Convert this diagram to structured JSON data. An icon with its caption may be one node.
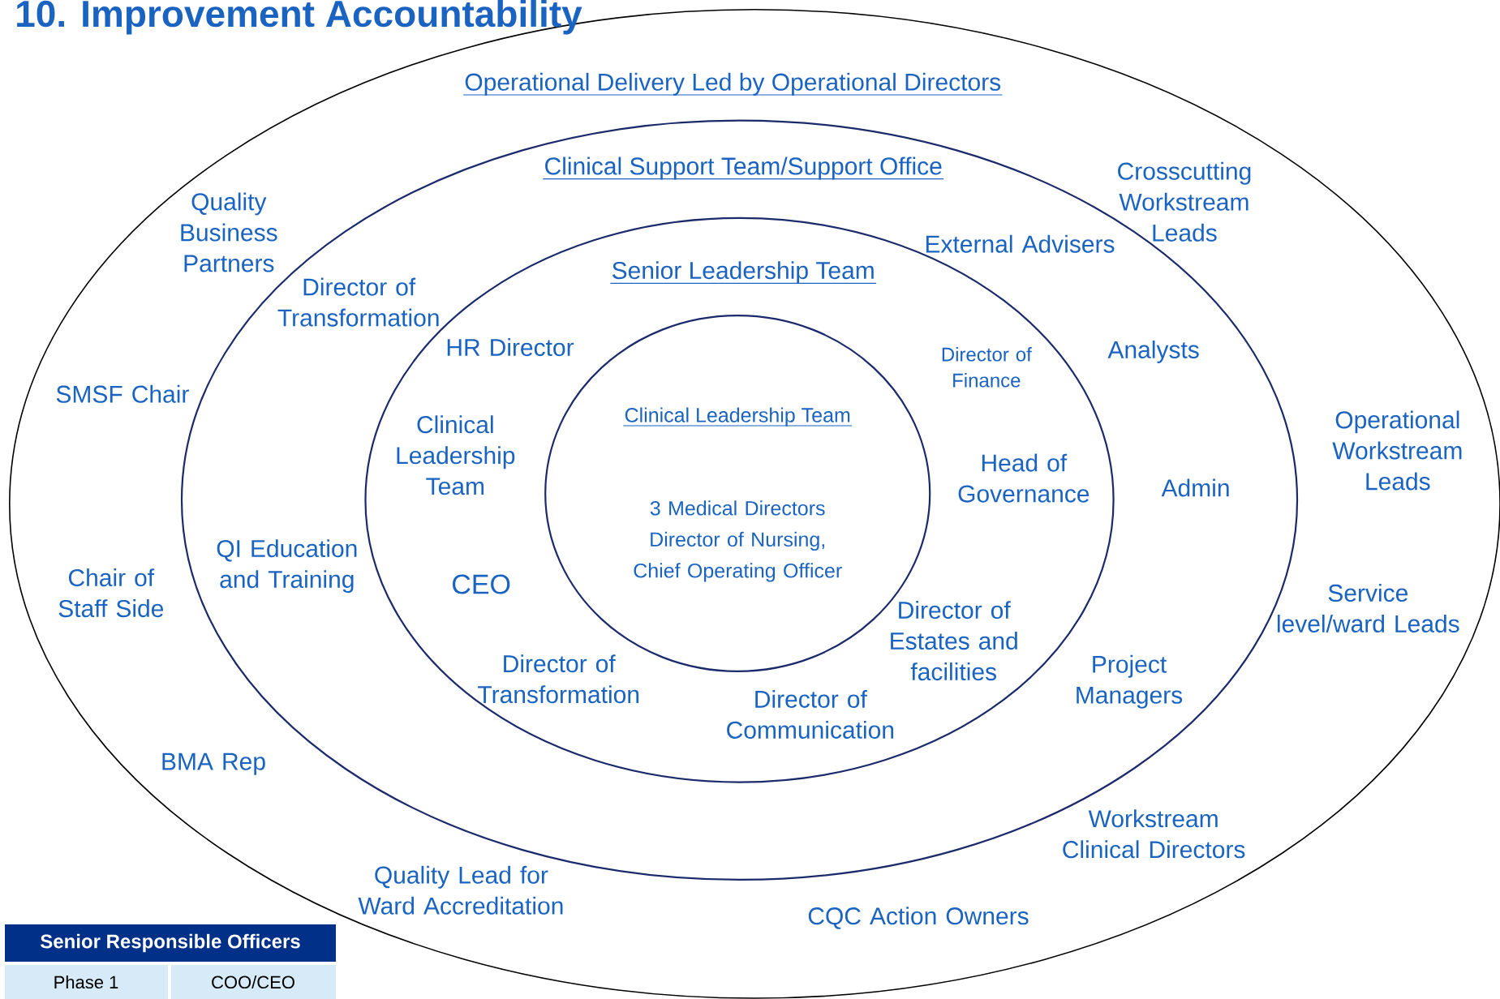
{
  "diagram": {
    "title": "10. Improvement Accountability",
    "nodes": [
      {
        "text": [
          "Operational Delivery Led by Operational Directors"
        ]
      },
      {
        "text": [
          "Clinical Support Team/Support Office"
        ],
        "in": 0
      },
      {
        "text": [
          "Senior Leadership Team"
        ],
        "in": 1
      },
      {
        "text": [
          "Clinical Leadership Team",
          "3 Medical Directors Director of Nursing, Chief Operating Officer"
        ],
        "in": 2
      }
    ],
    "edges": [],
    "labels": [
      "Quality Business Partners",
      "Crosscutting Workstream Leads",
      "External Advisers",
      "Director of Transformation",
      "HR Director",
      "Analysts",
      "Director of Finance",
      "SMSF Chair",
      "Clinical Leadership Team",
      "Operational Workstream Leads",
      "Head of Governance",
      "Admin",
      "QI Education and Training",
      "CEO",
      "Chair of Staff Side",
      "Service level/ward Leads",
      "Director of Estates and facilities",
      "Director of Transformation",
      "Project Managers",
      "Director of Communication",
      "BMA Rep",
      "Workstream Clinical Directors",
      "Quality Lead for Ward Accreditation",
      "CQC Action Owners",
      "Senior Responsible Officers",
      "Phase 1",
      "COO/CEO"
    ]
  }
}
